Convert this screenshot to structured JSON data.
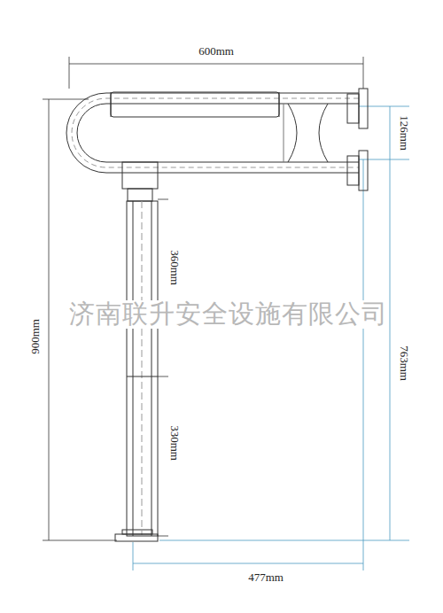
{
  "diagram": {
    "labels": [
      "600mm",
      "126mm",
      "900mm",
      "763mm",
      "360mm",
      "330mm",
      "477mm",
      "济南联升安全设施有限公司"
    ]
  }
}
